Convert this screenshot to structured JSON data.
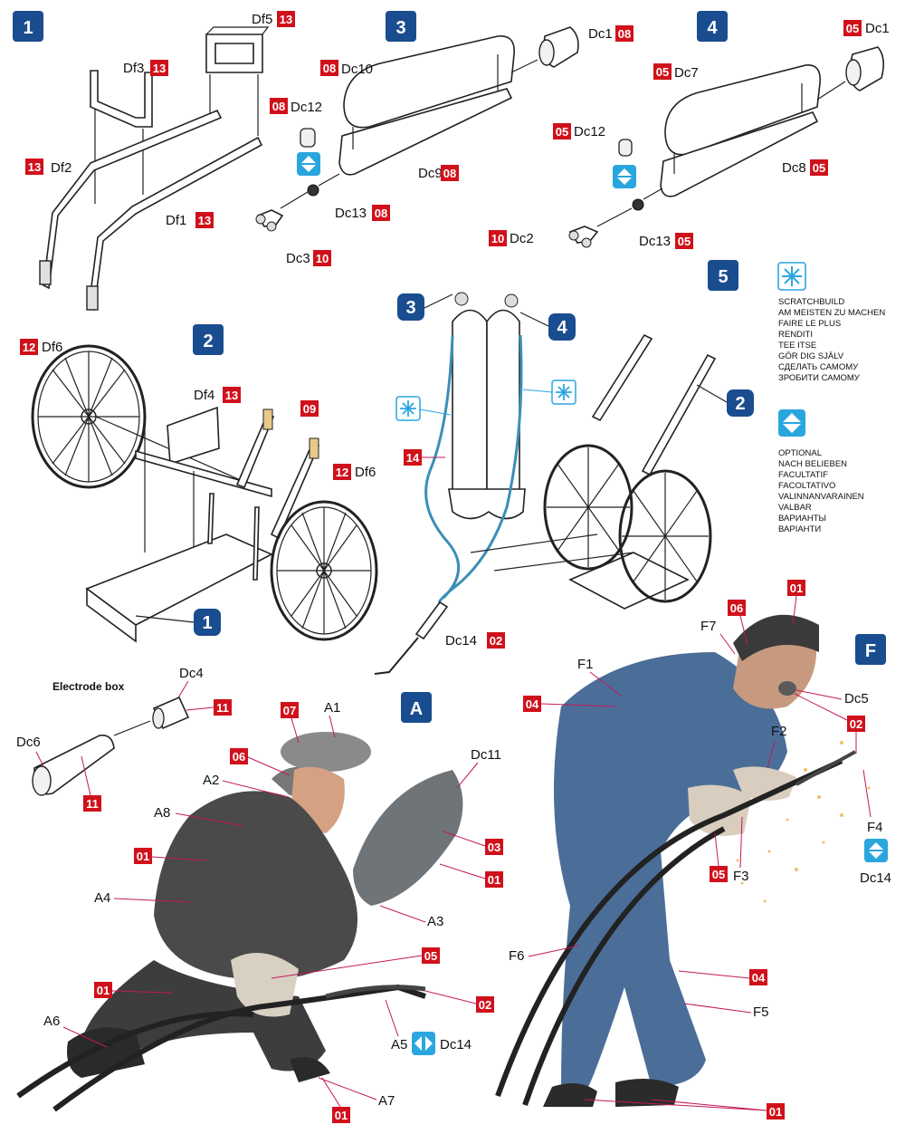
{
  "colors": {
    "paint_badge": "#d0111b",
    "step_badge": "#1a4d8f",
    "hose": "#3b8fb5",
    "pointer": "#c2185b",
    "icon_blue": "#2aa6df"
  },
  "steps": {
    "s1": "1",
    "s2": "2",
    "s3": "3",
    "s4": "4",
    "s5": "5",
    "s1_ref": "1",
    "s2_ref": "2",
    "s3_ref": "3",
    "s4_ref": "4",
    "fig_a": "A",
    "fig_f": "F"
  },
  "step1": {
    "df5": "Df5",
    "df5_paint": "13",
    "df3": "Df3",
    "df3_paint": "13",
    "df2": "Df2",
    "df2_paint": "13",
    "df1": "Df1",
    "df1_paint": "13"
  },
  "step2": {
    "df6_left": "Df6",
    "df6_left_paint": "12",
    "df4": "Df4",
    "df4_paint": "13",
    "paint_09": "09",
    "df6_right": "Df6",
    "df6_right_paint": "12"
  },
  "step3": {
    "dc1": "Dc1",
    "dc1_paint": "08",
    "dc10": "Dc10",
    "dc10_paint": "08",
    "dc12": "Dc12",
    "dc12_paint": "08",
    "dc9": "Dc9",
    "dc9_paint": "08",
    "dc13": "Dc13",
    "dc13_paint": "08",
    "dc3": "Dc3",
    "dc3_paint": "10"
  },
  "step4": {
    "dc1": "Dc1",
    "dc1_paint": "05",
    "dc7": "Dc7",
    "dc7_paint": "05",
    "dc12": "Dc12",
    "dc12_paint": "05",
    "dc8": "Dc8",
    "dc8_paint": "05",
    "dc2": "Dc2",
    "dc2_paint": "10",
    "dc13": "Dc13",
    "dc13_paint": "05"
  },
  "step5": {
    "paint_14": "14",
    "dc14": "Dc14",
    "dc14_paint": "02"
  },
  "legend": {
    "scratchbuild": [
      "SCRATCHBUILD",
      "AM MEISTEN ZU MACHEN",
      "FAIRE LE PLUS",
      "RENDITI",
      "TEE ITSE",
      "GÖR DIG SJÄLV",
      "СДЕЛАТЬ САМОМУ",
      "ЗРОБИТИ САМОМУ"
    ],
    "optional": [
      "OPTIONAL",
      "NACH BELIEBEN",
      "FACULTATIF",
      "FACOLTATIVO",
      "VALINNANVARAINEN",
      "VALBAR",
      "ВАРИАНТЫ",
      "ВАРІАНТИ"
    ]
  },
  "electrode": {
    "title": "Electrode box",
    "dc4": "Dc4",
    "dc4_paint": "11",
    "dc6": "Dc6",
    "dc6_paint": "11"
  },
  "figure_a": {
    "a1": "A1",
    "a1_paint": "07",
    "a2": "A2",
    "a2_paint": "06",
    "a8": "A8",
    "a4": "A4",
    "a4_paint": "01",
    "dc11": "Dc11",
    "dc11_paint": "03",
    "dc11_paint2": "01",
    "a3": "A3",
    "paint_05": "05",
    "legs_paint": "01",
    "a6": "A6",
    "a5": "A5",
    "a5_paint": "02",
    "dc14": "Dc14",
    "a7": "A7",
    "a7_paint": "01"
  },
  "figure_f": {
    "paint_01_goggles": "01",
    "f7": "F7",
    "f7_paint": "06",
    "f1": "F1",
    "f1_paint": "04",
    "dc5": "Dc5",
    "dc5_paint": "02",
    "f2": "F2",
    "f4": "F4",
    "dc14": "Dc14",
    "f3": "F3",
    "f3_paint": "05",
    "f6": "F6",
    "f5": "F5",
    "f5_paint": "04",
    "boots_paint": "01"
  }
}
